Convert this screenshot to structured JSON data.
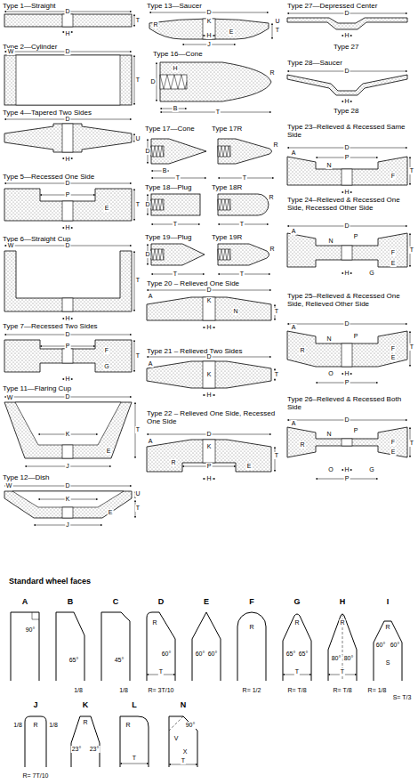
{
  "diagram": {
    "labels": [
      "Type 1—Straight",
      "D",
      "T",
      "H",
      "Type 2—Cylinder",
      "W",
      "D",
      "T",
      "Type 4—Tapered Two Sides",
      "D",
      "H",
      "U",
      "Type 5—Recessed One Side",
      "D",
      "P",
      "E",
      "H",
      "T",
      "Type 6—Straight Cup",
      "W",
      "D",
      "H",
      "T",
      "Type 7—Recessed Two Sides",
      "D",
      "P",
      "F",
      "G",
      "H",
      "T",
      "Type 11—Flaring Cup",
      "W",
      "D",
      "K",
      "E",
      "J",
      "T",
      "Type 12—Dish",
      "W",
      "D",
      "K",
      "E",
      "J",
      "U",
      "T",
      "Type 13—Saucer",
      "D",
      "K",
      "U",
      "R",
      "E",
      "H",
      "J",
      "T",
      "Type 16—Cone",
      "D",
      "R",
      "H",
      "B",
      "T",
      "Type 17—Cone",
      "Type 17R",
      "D",
      "B",
      "T",
      "R",
      "T",
      "Type 18—Plug",
      "Type 18R",
      "D",
      "T",
      "R",
      "T",
      "Type 19—Plug",
      "Type 19R",
      "D",
      "T",
      "R",
      "T",
      "Type 20 – Relieved One Side",
      "D",
      "A",
      "K",
      "N",
      "H",
      "T",
      "Type 21 – Relieved Two Sides",
      "D",
      "A",
      "K",
      "H",
      "T",
      "Type 22 – Relieved One Side, Recessed One Side",
      "D",
      "A",
      "K",
      "P",
      "E",
      "R",
      "H",
      "T",
      "Type 27—Depressed Center",
      "D",
      "H",
      "Type 27",
      "Type 28—Saucer",
      "D",
      "H",
      "Type 28",
      "Type 23–Relieved & Recessed Same Side",
      "D",
      "A",
      "P",
      "N",
      "F",
      "H",
      "T",
      "Type 24–Relieved & Recessed One Side, Recessed Other Side",
      "D",
      "A",
      "P",
      "N",
      "F",
      "E",
      "H",
      "G",
      "T",
      "Type 25–Relieved & Recessed One Side, Relieved Other Side",
      "D",
      "A",
      "P",
      "N",
      "F",
      "E",
      "R",
      "O",
      "H",
      "P",
      "T",
      "Type 26–Relieved & Recessed Both Side",
      "D",
      "A",
      "P",
      "N",
      "F",
      "E",
      "R",
      "O",
      "H",
      "P",
      "G",
      "T",
      "Standard wheel faces",
      "A",
      "B",
      "C",
      "D",
      "E",
      "F",
      "G",
      "H",
      "I",
      "90°",
      "65°",
      "1/8",
      "45°",
      "1/8",
      "R",
      "60°",
      "T",
      "R= 3T/10",
      "60°",
      "60°",
      "R",
      "R= 1/2",
      "R",
      "65°",
      "65°",
      "T",
      "R= T/8",
      "R",
      "80°",
      "80°",
      "T",
      "R= T/8",
      "R",
      "60°",
      "60°",
      "S",
      "R= 1/8",
      "S= T/3",
      "J",
      "K",
      "L",
      "N",
      "1/8",
      "R",
      "1/8",
      "R= 7T/10",
      "R",
      "23°",
      "23°",
      "R",
      "T",
      "90°",
      "V",
      "X",
      "T"
    ]
  }
}
